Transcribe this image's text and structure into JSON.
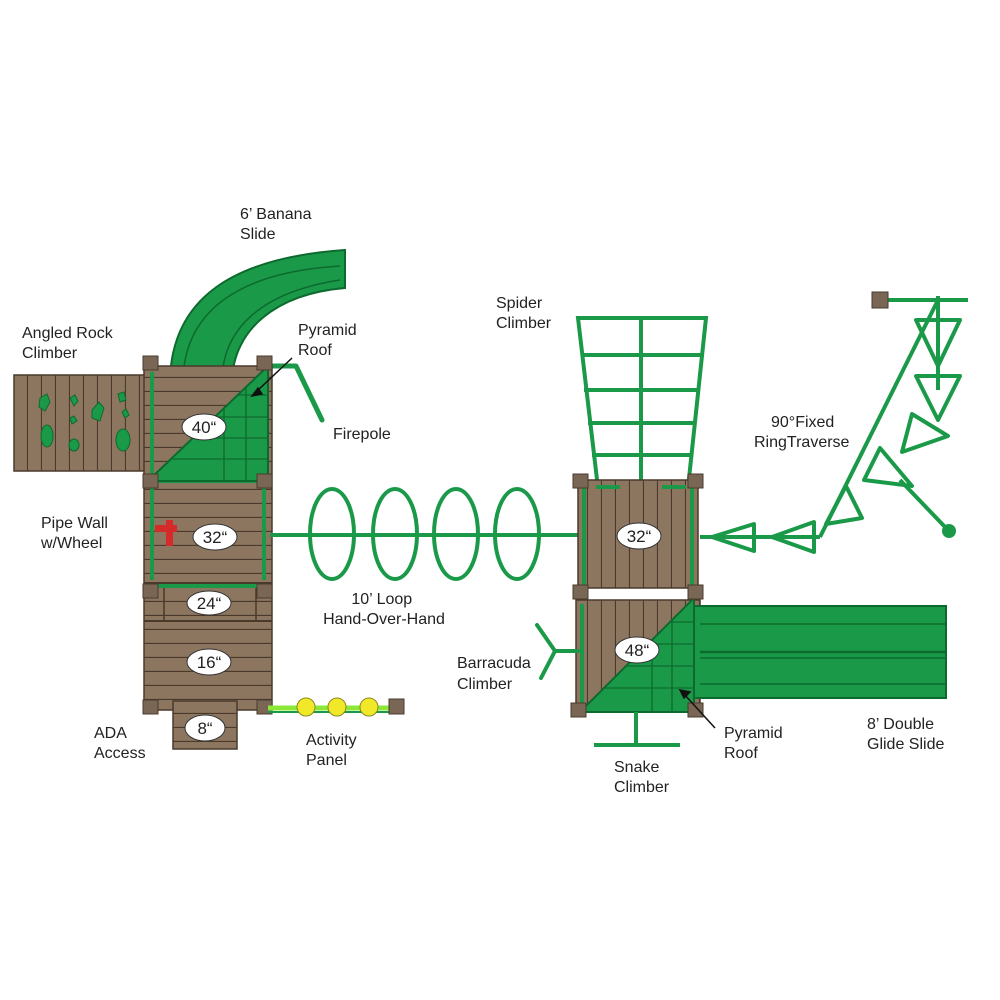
{
  "colors": {
    "green": "#1a9a48",
    "green_dark": "#0d6a2e",
    "wood": "#8c7660",
    "wood_dark": "#4a3a2c",
    "post": "#7a6655",
    "red": "#d42a2a",
    "yellow": "#f1e82a",
    "lime": "#8be836"
  },
  "labels": {
    "banana_slide": [
      "6’ Banana",
      "Slide"
    ],
    "pyramid_roof_left": [
      "Pyramid",
      "Roof"
    ],
    "angled_rock_climber": [
      "Angled Rock",
      "Climber"
    ],
    "firepole": [
      "Firepole"
    ],
    "pipe_wall": [
      "Pipe Wall",
      "w/Wheel"
    ],
    "loop_hand_over_hand": [
      "10’ Loop",
      "Hand-Over-Hand"
    ],
    "ada_access": [
      "ADA",
      "Access"
    ],
    "activity_panel": [
      "Activity",
      "Panel"
    ],
    "spider_climber": [
      "Spider",
      "Climber"
    ],
    "ring_traverse": [
      "90°Fixed",
      "RingTraverse"
    ],
    "barracuda_climber": [
      "Barracuda",
      "Climber"
    ],
    "pyramid_roof_right": [
      "Pyramid",
      "Roof"
    ],
    "snake_climber": [
      "Snake",
      "Climber"
    ],
    "double_glide_slide": [
      "8’ Double",
      "Glide Slide"
    ]
  },
  "decks": {
    "deck_40": "40“",
    "deck_32_left": "32“",
    "deck_24": "24“",
    "deck_16": "16“",
    "deck_8": "8“",
    "deck_32_right": "32“",
    "deck_48": "48“"
  }
}
